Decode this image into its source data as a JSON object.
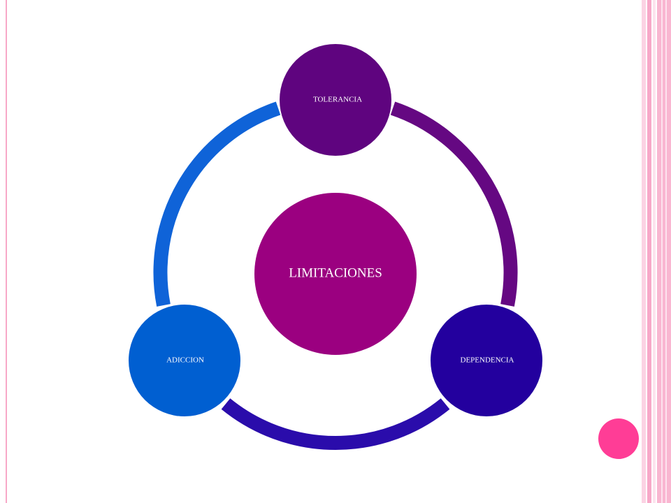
{
  "diagram": {
    "center": {
      "label": "LIMITACIONES",
      "color": "#9b0080"
    },
    "nodes": [
      {
        "id": "tolerancia",
        "label": "TOLERANCIA",
        "color": "#5f047f"
      },
      {
        "id": "dependencia",
        "label": "DEPENDENCIA",
        "color": "#23009e"
      },
      {
        "id": "adiccion",
        "label": "ADICCION",
        "color": "#005fd1"
      }
    ],
    "ring_segments": [
      {
        "from": "tolerancia",
        "to": "dependencia",
        "color": "#650882"
      },
      {
        "from": "dependencia",
        "to": "adiccion",
        "color": "#2a0cab"
      },
      {
        "from": "adiccion",
        "to": "tolerancia",
        "color": "#0f63d8"
      }
    ]
  },
  "decor": {
    "accent_pink": "#ff3d96",
    "stripe_pink": "#f7a8c8",
    "stripe_light": "#fde3ee"
  }
}
